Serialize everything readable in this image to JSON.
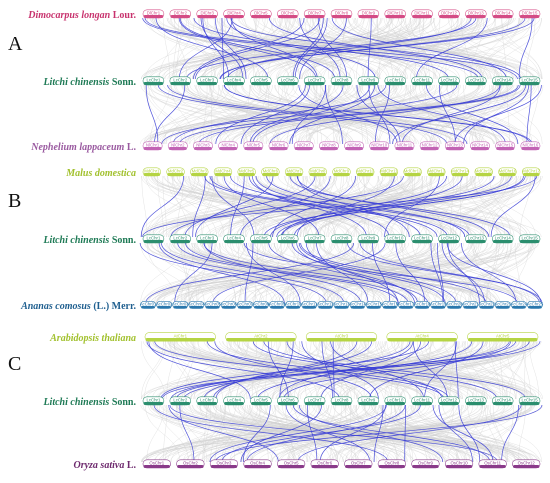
{
  "panels": [
    {
      "letter": "A",
      "tracks": [
        {
          "species": "Dimocarpus longan",
          "authority": "Lour.",
          "name_color": "#c8336e",
          "color": "#d44b85",
          "chromosomes": [
            "DlChr1",
            "DlChr2",
            "DlChr3",
            "DlChr4",
            "DlChr5",
            "DlChr6",
            "DlChr7",
            "DlChr8",
            "DlChr9",
            "DlChr10",
            "DlChr11",
            "DlChr12",
            "DlChr13",
            "DlChr14",
            "DlChr15"
          ]
        },
        {
          "species": "Litchi chinensis",
          "authority": "Sonn.",
          "name_color": "#1e7a55",
          "color": "#2b8e6e",
          "chromosomes": [
            "LcChr1",
            "LcChr2",
            "LcChr3",
            "LcChr4",
            "LcChr5",
            "LcChr6",
            "LcChr7",
            "LcChr8",
            "LcChr9",
            "LcChr10",
            "LcChr11",
            "LcChr12",
            "LcChr13",
            "LcChr14",
            "LcChr15"
          ]
        },
        {
          "species": "Nephelium lappaceum",
          "authority": "L.",
          "name_color": "#9a5aa0",
          "color": "#c263b4",
          "chromosomes": [
            "NlChr1",
            "NlChr2",
            "NlChr3",
            "NlChr4",
            "NlChr5",
            "NlChr6",
            "NlChr7",
            "NlChr8",
            "NlChr9",
            "NlChr10",
            "NlChr11",
            "NlChr12",
            "NlChr13",
            "NlChr14",
            "NlChr15",
            "NlChr16"
          ]
        }
      ]
    },
    {
      "letter": "B",
      "tracks": [
        {
          "species": "Malus domestica",
          "authority": "",
          "name_color": "#a2c12e",
          "color": "#b5d443",
          "chromosomes": [
            "MdChr1",
            "MdChr2",
            "MdChr3",
            "MdChr4",
            "MdChr5",
            "MdChr6",
            "MdChr7",
            "MdChr8",
            "MdChr9",
            "MdChr10",
            "MdChr11",
            "MdChr12",
            "MdChr13",
            "MdChr14",
            "MdChr15",
            "MdChr16",
            "MdChr17"
          ]
        },
        {
          "species": "Litchi chinensis",
          "authority": "Sonn.",
          "name_color": "#1e7a55",
          "color": "#2b8e6e",
          "chromosomes": [
            "LcChr1",
            "LcChr2",
            "LcChr3",
            "LcChr4",
            "LcChr5",
            "LcChr6",
            "LcChr7",
            "LcChr8",
            "LcChr9",
            "LcChr10",
            "LcChr11",
            "LcChr12",
            "LcChr13",
            "LcChr14",
            "LcChr15"
          ]
        },
        {
          "species": "Ananas comosus",
          "authority": "(L.) Merr.",
          "name_color": "#1f5f8f",
          "color": "#2a78ad",
          "chromosomes": [
            "AcChr01",
            "AcChr02",
            "AcChr03",
            "AcChr04",
            "AcChr05",
            "AcChr06",
            "AcChr07",
            "AcChr08",
            "AcChr09",
            "AcChr10",
            "AcChr11",
            "AcChr12",
            "AcChr13",
            "AcChr14",
            "AcChr15",
            "AcChr16",
            "AcChr17",
            "AcChr18",
            "AcChr19",
            "AcChr20",
            "AcChr21",
            "AcChr22",
            "AcChr23",
            "AcChr24",
            "AcChr25"
          ]
        }
      ]
    },
    {
      "letter": "C",
      "tracks": [
        {
          "species": "Arabidopsis thaliana",
          "authority": "",
          "name_color": "#a2c12e",
          "color": "#b5d443",
          "chromosomes": [
            "AtChr1",
            "AtChr2",
            "AtChr3",
            "AtChr4",
            "AtChr5"
          ]
        },
        {
          "species": "Litchi chinensis",
          "authority": "Sonn.",
          "name_color": "#1e7a55",
          "color": "#2b8e6e",
          "chromosomes": [
            "LcChr1",
            "LcChr2",
            "LcChr3",
            "LcChr4",
            "LcChr5",
            "LcChr6",
            "LcChr7",
            "LcChr8",
            "LcChr9",
            "LcChr10",
            "LcChr11",
            "LcChr12",
            "LcChr13",
            "LcChr14",
            "LcChr15"
          ]
        },
        {
          "species": "Oryza sativa",
          "authority": "L.",
          "name_color": "#6e2a6e",
          "color": "#8a3a8a",
          "chromosomes": [
            "OsChr1",
            "OsChr2",
            "OsChr3",
            "OsChr4",
            "OsChr5",
            "OsChr6",
            "OsChr7",
            "OsChr8",
            "OsChr9",
            "OsChr10",
            "OsChr11",
            "OsChr12"
          ]
        }
      ]
    }
  ],
  "link_colors": {
    "background": "#cfcfcf",
    "highlight": "#3b3fd6"
  }
}
